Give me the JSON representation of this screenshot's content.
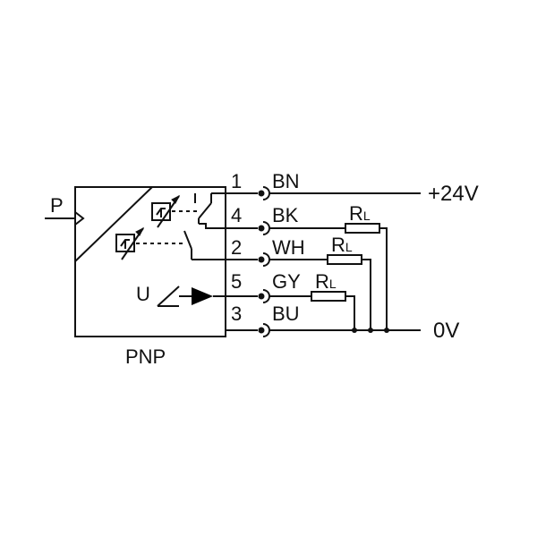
{
  "diagram": {
    "input_label": "P",
    "sensor_type": "PNP",
    "analog_label": "U",
    "supply_label": "+24V",
    "ground_label": "0V",
    "resistor_letter": "R",
    "resistor_sub": "L",
    "pins": [
      {
        "number": "1",
        "color": "BN"
      },
      {
        "number": "4",
        "color": "BK"
      },
      {
        "number": "2",
        "color": "WH"
      },
      {
        "number": "5",
        "color": "GY"
      },
      {
        "number": "3",
        "color": "BU"
      }
    ]
  }
}
